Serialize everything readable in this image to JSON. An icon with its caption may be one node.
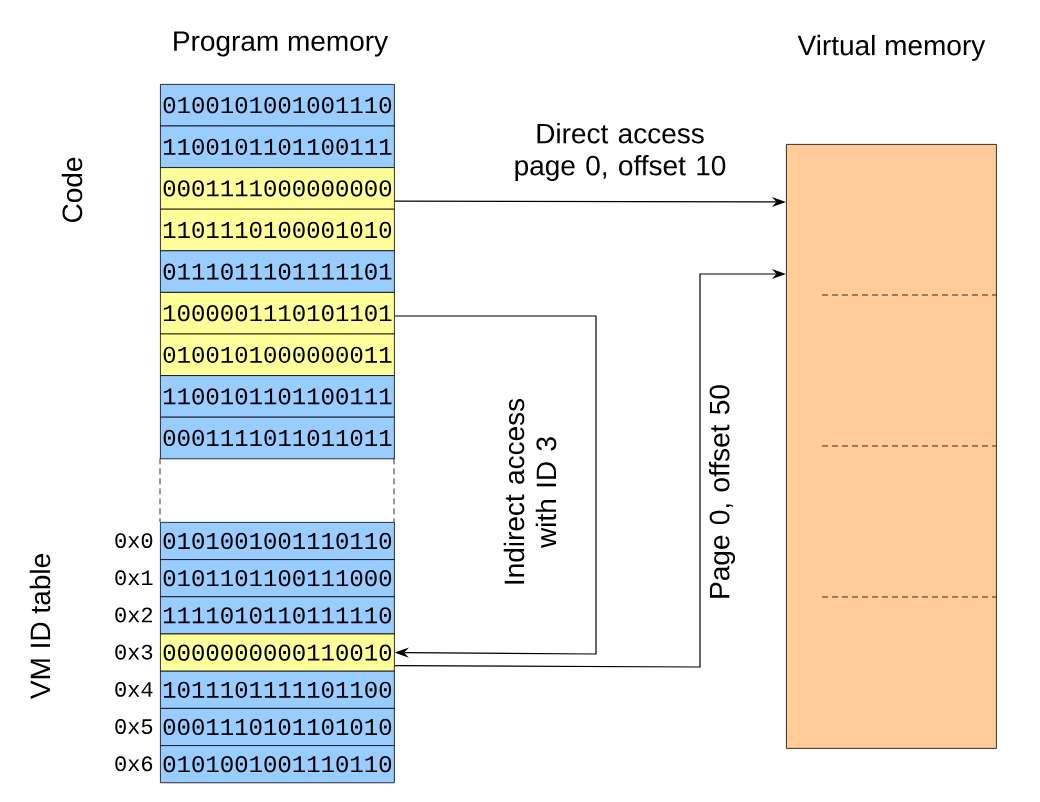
{
  "diagram": {
    "nodes": [
      {
        "text": [
          "0100101001001110"
        ]
      },
      {
        "text": [
          "1100101101100111"
        ]
      },
      {
        "text": [
          "0001111000000000"
        ]
      },
      {
        "text": [
          "1101110100001010"
        ]
      },
      {
        "text": [
          "0111011101111101"
        ]
      },
      {
        "text": [
          "1000001110101101"
        ]
      },
      {
        "text": [
          "0100101000000011"
        ]
      },
      {
        "text": [
          "1100101101100111"
        ]
      },
      {
        "text": [
          "0001111011011011"
        ]
      },
      {
        "text": [
          "0101001001110110"
        ],
        "beside": [
          "0x0"
        ]
      },
      {
        "text": [
          "0101101100111000"
        ],
        "beside": [
          "0x1"
        ]
      },
      {
        "text": [
          "1111010110111110"
        ],
        "beside": [
          "0x2"
        ]
      },
      {
        "text": [
          "0000000000110010"
        ],
        "beside": [
          "0x3"
        ]
      },
      {
        "text": [
          "1011101111101100"
        ],
        "beside": [
          "0x4"
        ]
      },
      {
        "text": [
          "0001110101101010"
        ],
        "beside": [
          "0x5"
        ]
      },
      {
        "text": [
          "0101001001110110"
        ],
        "beside": [
          "0x6"
        ]
      },
      {
        "text": [
          "Virtual memory"
        ]
      }
    ],
    "edges": [
      {
        "from": 2,
        "to": 16,
        "arrow": "to",
        "label": "Direct access page 0, offset 10"
      },
      {
        "from": 5,
        "to": 12,
        "arrow": "to",
        "label": "Indirect access with ID 3"
      },
      {
        "from": 12,
        "to": 16,
        "arrow": "to",
        "label": "Page 0, offset 50"
      }
    ],
    "labels": [
      "Program memory",
      "Code",
      "VM ID table"
    ]
  }
}
